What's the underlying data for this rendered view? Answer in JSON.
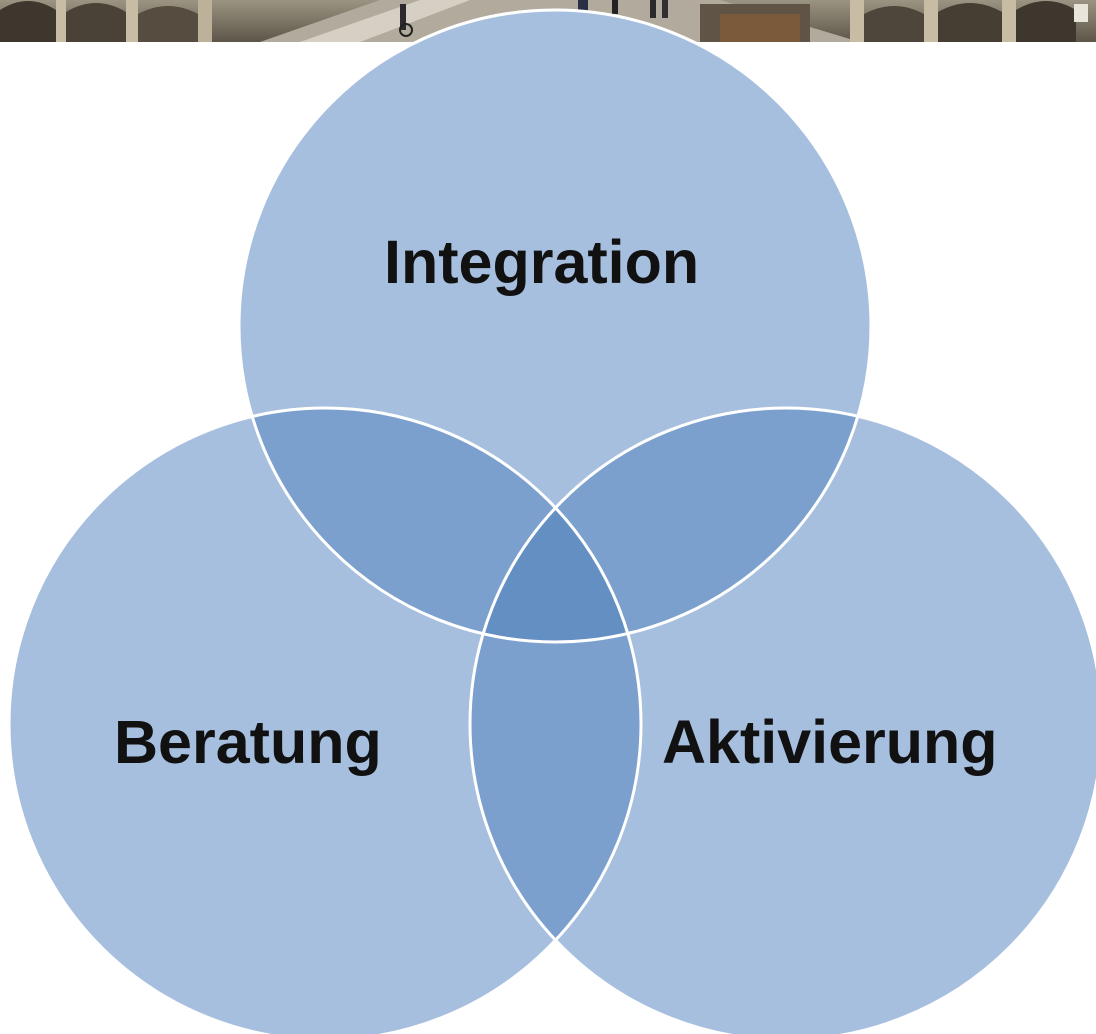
{
  "diagram": {
    "circles": [
      {
        "id": "top",
        "label": "Integration"
      },
      {
        "id": "left",
        "label": "Beratung"
      },
      {
        "id": "right",
        "label": "Aktivierung"
      }
    ],
    "colors": {
      "circle_fill": "#a7bfde",
      "pair_overlap": "#7ba0cd",
      "center_overlap": "#638fc3",
      "outline": "#ffffff",
      "text": "#111111"
    }
  },
  "banner": {
    "description_icon": "street-arcade-photo-strip"
  }
}
